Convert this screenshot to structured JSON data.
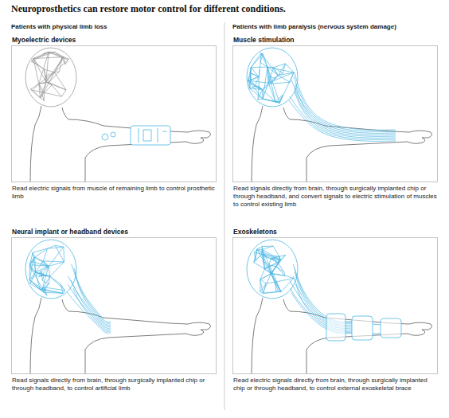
{
  "diagram": {
    "title": "Neuroprosthetics can restore motor control for different conditions.",
    "nodes": [
      {
        "text": [
          "Myoelectric devices",
          "Read electric signals from muscle of remaining limb to control prosthetic limb"
        ]
      },
      {
        "text": [
          "Muscle stimulation",
          "Read signals directly from brain, through surgically implanted chip or through headband, and convert signals to electric stimulation of muscles to control existing limb"
        ]
      },
      {
        "text": [
          "Neural implant or headband devices",
          "Read signals directly from brain, through surgically implanted chip or through headband, to control artificial limb"
        ]
      },
      {
        "text": [
          "Exoskeletons",
          "Read electric signals directly from brain, through surgically implanted chip or through headband, to control external exoskeletal brace"
        ]
      }
    ],
    "labels": [
      "Patients with physical limb loss",
      "Patients with limb paralysis (nervous system damage)"
    ]
  }
}
